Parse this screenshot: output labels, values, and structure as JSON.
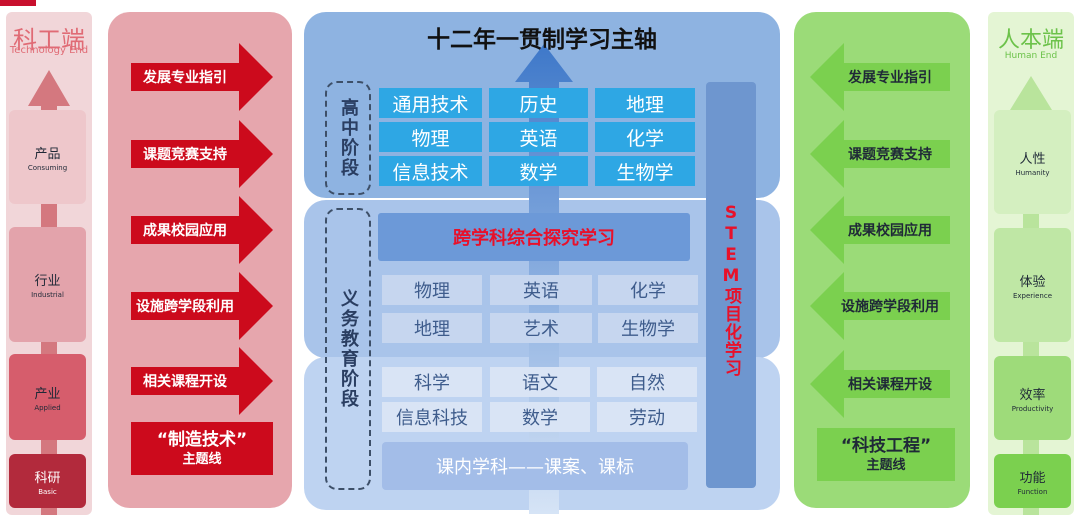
{
  "left_column": {
    "title_cn": "科工端",
    "title_en": "Technology End",
    "tiers": [
      {
        "cn": "产品",
        "en": "Consuming"
      },
      {
        "cn": "行业",
        "en": "Industrial"
      },
      {
        "cn": "产业",
        "en": "Applied"
      },
      {
        "cn": "科研",
        "en": "Basic"
      }
    ]
  },
  "right_column": {
    "title_cn": "人本端",
    "title_en": "Human End",
    "tiers": [
      {
        "cn": "人性",
        "en": "Humanity"
      },
      {
        "cn": "体验",
        "en": "Experience"
      },
      {
        "cn": "效率",
        "en": "Productivity"
      },
      {
        "cn": "功能",
        "en": "Function"
      }
    ]
  },
  "left_panel": {
    "items": [
      "发展专业指引",
      "课题竞赛支持",
      "成果校园应用",
      "设施跨学段利用",
      "相关课程开设"
    ],
    "theme_line1": "“制造技术”",
    "theme_line2": "主题线"
  },
  "right_panel": {
    "items": [
      "发展专业指引",
      "课题竞赛支持",
      "成果校园应用",
      "设施跨学段利用",
      "相关课程开设"
    ],
    "theme_line1": "“科技工程”",
    "theme_line2": "主题线"
  },
  "center": {
    "title": "十二年一贯制学习主轴",
    "high_school_label": "高中阶段",
    "high_school_subjects": [
      [
        "通用技术",
        "历史",
        "地理"
      ],
      [
        "物理",
        "英语",
        "化学"
      ],
      [
        "信息技术",
        "数学",
        "生物学"
      ]
    ],
    "compulsory_label": "义务教育阶段",
    "interdisciplinary": "跨学科综合探究学习",
    "middle_subjects": [
      [
        "物理",
        "英语",
        "化学"
      ],
      [
        "地理",
        "艺术",
        "生物学"
      ]
    ],
    "primary_subjects": [
      [
        "科学",
        "语文",
        "自然"
      ],
      [
        "信息科技",
        "数学",
        "劳动"
      ]
    ],
    "in_class": "课内学科——课案、课标",
    "stem_label": "STEM项目化学习"
  },
  "colors": {
    "tech_red": "#cc0a1c",
    "human_green": "#7bd04f",
    "axis_blue": "#6c99d8",
    "hs_cell": "#2ea7e4"
  }
}
